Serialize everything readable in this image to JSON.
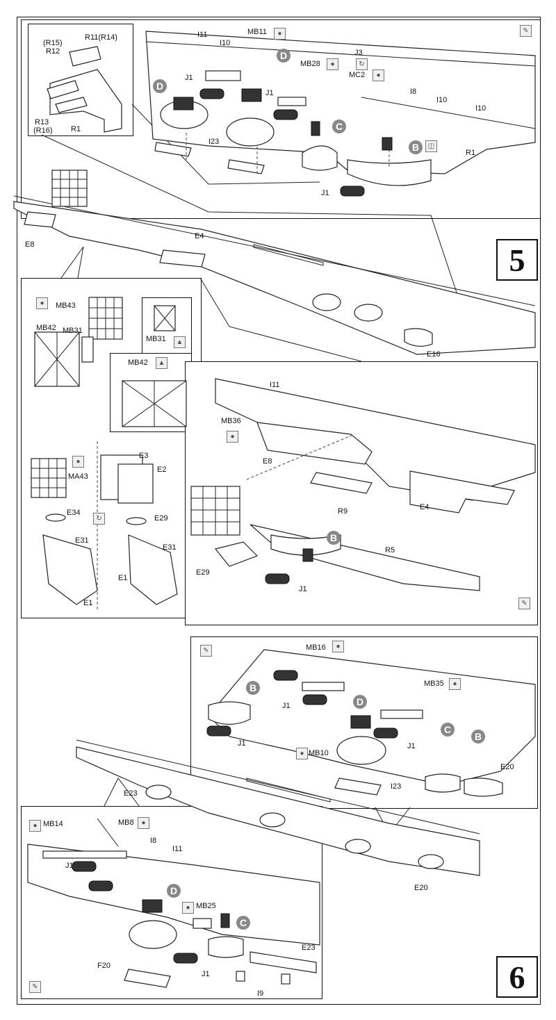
{
  "steps": {
    "step5": {
      "number": "5"
    },
    "step6": {
      "number": "6"
    }
  },
  "step5_top_callout": {
    "labels": [
      "(R15)",
      "R12",
      "R11(R14)",
      "R13",
      "(R16)",
      "R1",
      "I11",
      "I10",
      "MB11",
      "MB28",
      "J3",
      "MC2",
      "I8",
      "I10",
      "I10",
      "J1",
      "J1",
      "I23",
      "R1",
      "J1"
    ],
    "badges": [
      "D",
      "D",
      "C",
      "B"
    ]
  },
  "step5_hull": {
    "labels": [
      "E8",
      "E4",
      "E16"
    ]
  },
  "step5_left_callout": {
    "labels": [
      "MB43",
      "MB42",
      "MB31",
      "MB31",
      "MB42",
      "MA43",
      "E3",
      "E2",
      "E34",
      "E29",
      "E31",
      "E31",
      "E1",
      "E1"
    ]
  },
  "step5_right_detail": {
    "labels": [
      "I11",
      "MB36",
      "E8",
      "R9",
      "E4",
      "E29",
      "J1",
      "R5"
    ],
    "badges": [
      "B"
    ]
  },
  "step6_top_callout": {
    "labels": [
      "MB16",
      "MB35",
      "J1",
      "J1",
      "J1",
      "MB10",
      "I23",
      "E20"
    ],
    "badges": [
      "B",
      "D",
      "C",
      "B"
    ]
  },
  "step6_hull": {
    "labels": [
      "E23",
      "E20"
    ]
  },
  "step6_bottom_callout": {
    "labels": [
      "MB14",
      "MB8",
      "I8",
      "I11",
      "J1",
      "MB25",
      "E23",
      "F20",
      "J1",
      "I9"
    ],
    "badges": [
      "D",
      "C"
    ]
  },
  "icons": [
    "glue-drop-icon",
    "paint-brush-icon",
    "flip-icon",
    "bend-icon"
  ]
}
